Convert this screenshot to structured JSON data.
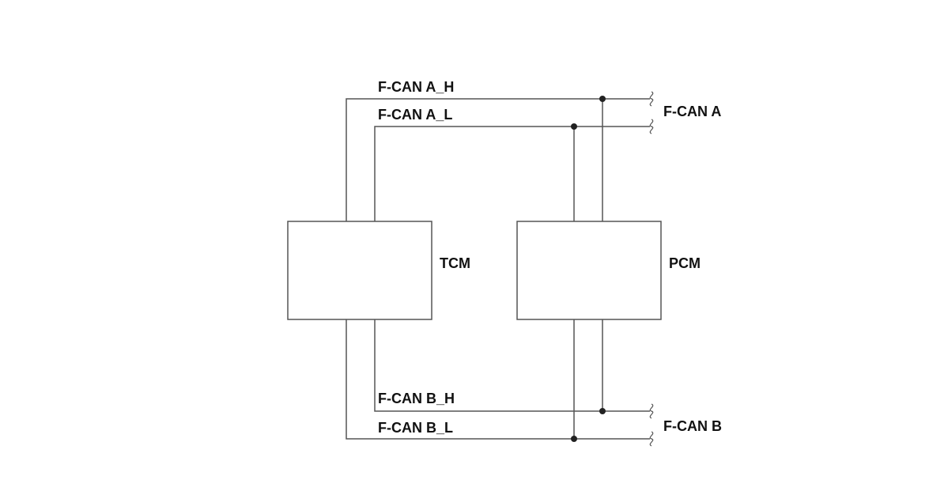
{
  "wires": {
    "a_high": "F-CAN A_H",
    "a_low": "F-CAN A_L",
    "b_high": "F-CAN B_H",
    "b_low": "F-CAN B_L"
  },
  "buses": {
    "a": "F-CAN A",
    "b": "F-CAN B"
  },
  "modules": {
    "tcm": "TCM",
    "pcm": "PCM"
  }
}
